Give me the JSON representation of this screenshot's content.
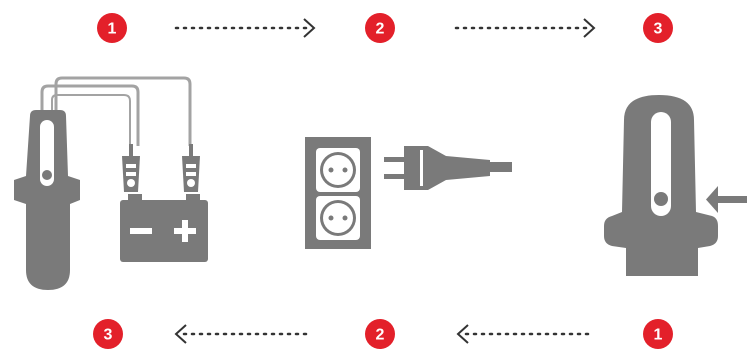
{
  "colors": {
    "accent": "#e3202a",
    "illustration": "#7a7a7a",
    "illustration_light": "#a3a3a3",
    "arrow": "#333333",
    "background": "#ffffff"
  },
  "top_row": {
    "steps": [
      {
        "label": "1"
      },
      {
        "label": "2"
      },
      {
        "label": "3"
      }
    ],
    "arrow_direction": "right"
  },
  "bottom_row": {
    "steps": [
      {
        "label": "3"
      },
      {
        "label": "2"
      },
      {
        "label": "1"
      }
    ],
    "arrow_direction": "left"
  },
  "icons": {
    "jump_starter": "jump-starter-clamps-battery-icon",
    "socket": "wall-socket-plug-icon",
    "insert": "device-insert-arrow-icon"
  }
}
